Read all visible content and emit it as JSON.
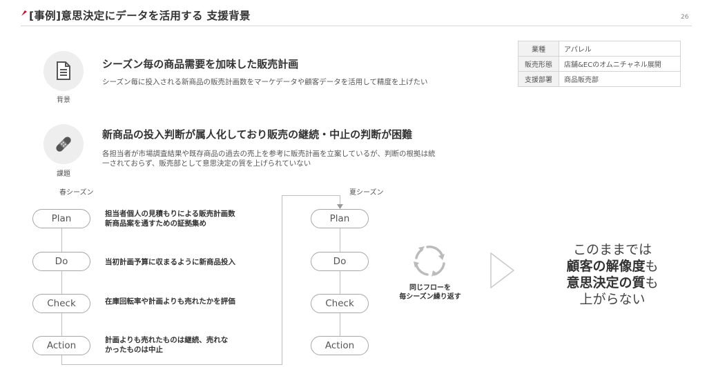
{
  "header": {
    "title": "[事例]意思決定にデータを活用する 支援背景",
    "page_number": "26"
  },
  "info_table": [
    {
      "key": "業種",
      "value": "アパレル"
    },
    {
      "key": "販売形態",
      "value": "店舗&ECのオムニチャネル展開"
    },
    {
      "key": "支援部署",
      "value": "商品販売部"
    }
  ],
  "background": {
    "icon_label": "背景",
    "title": "シーズン毎の商品需要を加味した販売計画",
    "body": "シーズン毎に投入される新商品の販売計画数をマーケデータや顧客データを活用して精度を上げたい"
  },
  "issue": {
    "icon_label": "課題",
    "title": "新商品の投入判断が属人化しており販売の継続・中止の判断が困難",
    "body_line1": "各担当者が市場調査結果や既存商品の過去の売上を参考に販売計画を立案しているが、判断の根拠は統",
    "body_line2": "一されておらず、販売部として意思決定の質を上げられていない"
  },
  "spring": {
    "label": "春シーズン",
    "steps": [
      {
        "name": "Plan",
        "desc1": "担当者個人の見積もりによる販売計画数",
        "desc2": "新商品案を通すための証拠集め"
      },
      {
        "name": "Do",
        "desc1": "当初計画予算に収まるように新商品投入",
        "desc2": ""
      },
      {
        "name": "Check",
        "desc1": "在庫回転率や計画よりも売れたかを評価",
        "desc2": ""
      },
      {
        "name": "Action",
        "desc1": "計画よりも売れたものは継続、売れな",
        "desc2": "かったものは中止"
      }
    ]
  },
  "summer": {
    "label": "夏シーズン",
    "steps": [
      "Plan",
      "Do",
      "Check",
      "Action"
    ]
  },
  "cycle": {
    "caption_line1": "同じフローを",
    "caption_line2": "毎シーズン繰り返す"
  },
  "conclusion": {
    "line1": "このままでは",
    "line2_bold": "顧客の解像度",
    "line2_rest": "も",
    "line3_bold": "意思決定の質",
    "line3_rest": "も",
    "line4": "上がらない"
  },
  "colors": {
    "accent": "#c8102e",
    "icon_bg": "#eeeeee",
    "line": "#bdbdbd"
  }
}
